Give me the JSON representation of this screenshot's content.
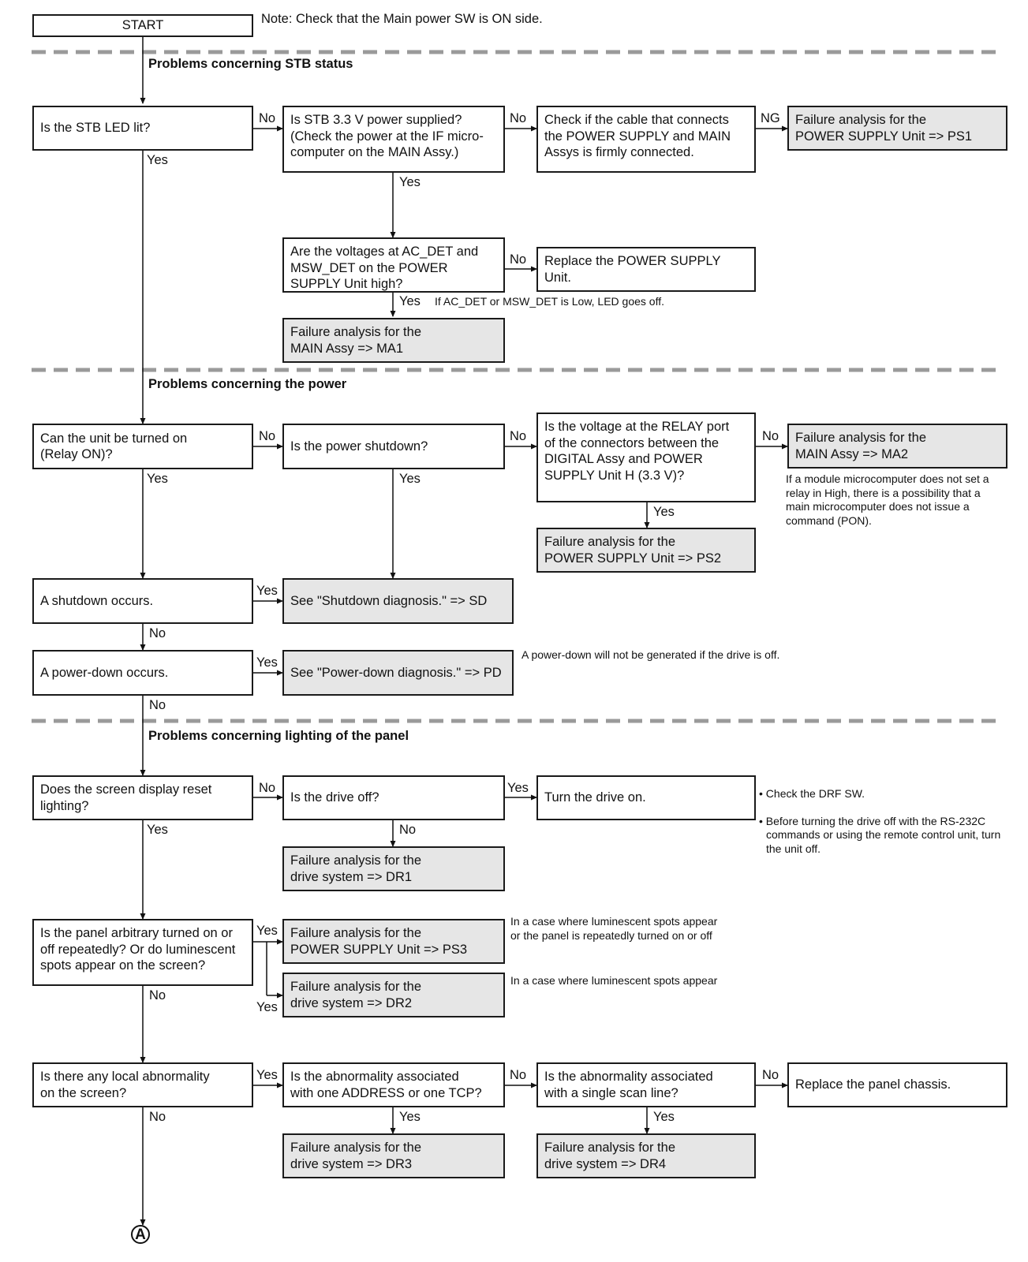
{
  "start": "START",
  "top_note": "Note: Check that the Main power SW is ON side.",
  "sections": {
    "stb": "Problems concerning STB status",
    "power": "Problems concerning the power",
    "panel": "Problems concerning lighting of the panel"
  },
  "boxes": {
    "stb_led": "Is the STB LED lit?",
    "stb_33v": "Is STB 3.3 V power supplied?\n(Check the power at the IF micro-\ncomputer on the MAIN Assy.)",
    "check_cable": "Check if the cable that connects\nthe POWER SUPPLY and MAIN\nAssys is firmly connected.",
    "fa_ps1": "Failure analysis for the\nPOWER SUPPLY Unit => PS1",
    "ac_det": "Are the voltages at AC_DET and\nMSW_DET on the POWER\nSUPPLY Unit high?",
    "replace_ps": "Replace the POWER SUPPLY\nUnit.",
    "fa_ma1": "Failure analysis for the\nMAIN Assy => MA1",
    "turn_on": "Can the unit be turned on\n(Relay ON)?",
    "shutdown_q": "Is the power shutdown?",
    "relay_port": "Is the voltage at the RELAY port\nof the connectors between the\nDIGITAL Assy and POWER\nSUPPLY Unit H (3.3 V)?",
    "fa_ma2": "Failure analysis for the\nMAIN Assy => MA2",
    "fa_ps2": "Failure analysis for the\nPOWER SUPPLY Unit  => PS2",
    "shutdown_occurs": "A shutdown occurs.",
    "see_sd": "See \"Shutdown diagnosis.\" => SD",
    "powerdown_occurs": "A power-down occurs.",
    "see_pd": "See \"Power-down diagnosis.\" => PD",
    "reset_lighting": "Does the screen display reset\nlighting?",
    "drive_off": "Is the drive off?",
    "turn_drive_on": "Turn the drive on.",
    "fa_dr1": "Failure analysis for the\ndrive system => DR1",
    "panel_arbitrary": "Is the panel arbitrary turned on or\noff repeatedly? Or do luminescent\nspots appear on the screen?",
    "fa_ps3": "Failure analysis for the\nPOWER SUPPLY Unit => PS3",
    "fa_dr2": "Failure analysis for the\ndrive system => DR2",
    "local_abnormality": "Is there any local abnormality\non the screen?",
    "address_tcp": "Is the abnormality associated\nwith one ADDRESS or one TCP?",
    "single_scan": "Is the abnormality associated\nwith a single scan line?",
    "replace_panel": "Replace the panel chassis.",
    "fa_dr3": "Failure analysis for the\ndrive system => DR3",
    "fa_dr4": "Failure analysis for the\ndrive system => DR4"
  },
  "notes": {
    "led_off": "If AC_DET or MSW_DET is Low, LED goes off.",
    "module_micro": "If a module microcomputer does not set a\nrelay in High, there is a possibility that a\nmain microcomputer does not issue a\ncommand (PON).",
    "powerdown_drive": "A power-down will not be generated if the drive is off.",
    "drf_1": "• Check the DRF SW.",
    "drf_2": "• Before turning the drive off with the RS-232C commands or using the remote control unit, turn the unit off.",
    "ps3_case": "In a case where luminescent spots appear\nor the panel is repeatedly turned on or off",
    "dr2_case": "In a case where luminescent spots appear"
  },
  "answers": {
    "yes": "Yes",
    "no": "No",
    "ng": "NG"
  },
  "connector": "A"
}
